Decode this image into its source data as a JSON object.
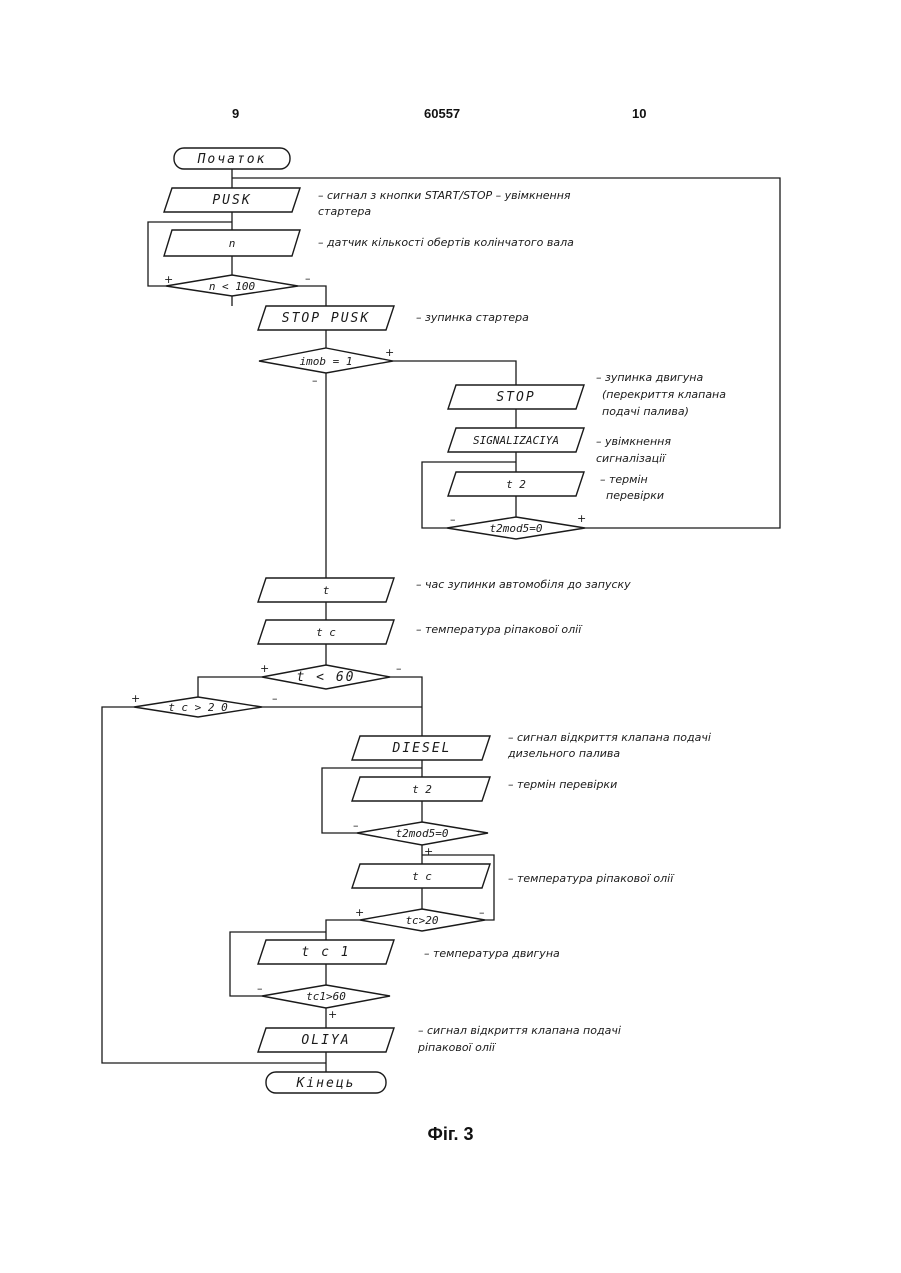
{
  "header": {
    "left": "9",
    "center": "60557",
    "right": "10"
  },
  "caption": "Фіг. 3",
  "terminals": {
    "start": "Початок",
    "end": "Кінець"
  },
  "blocks": {
    "pusk": "PUSK",
    "n": "n",
    "stop_pusk": "STOP PUSK",
    "stop": "STOP",
    "signalizaciya": "SIGNALIZACIYA",
    "t2_a": "t 2",
    "t": "t",
    "tc_a": "t c",
    "diesel": "DIESEL",
    "t2_b": "t 2",
    "tc_b": "t c",
    "tc1": "t c 1",
    "oliya": "OLIYA"
  },
  "decisions": {
    "n100": "n < 100",
    "imob": "imob = 1",
    "t2mod5_a": "t2mod5=0",
    "t60": "t < 60",
    "tc20_a": "t c > 2 0",
    "t2mod5_b": "t2mod5=0",
    "tc20_b": "tc>20",
    "tc160": "tc1>60"
  },
  "notes": {
    "pusk_1": "– сигнал з кнопки START/STOP – увімкнення",
    "pusk_2": "стартера",
    "n": "– датчик кількості обертів колінчатого вала",
    "stop_pusk": "– зупинка стартера",
    "stop_1": "– зупинка двигуна",
    "stop_2": "(перекриття клапана",
    "stop_3": "подачі палива)",
    "sig_1": "– увімкнення",
    "sig_2": "сигналізації",
    "t2_1": "– термін",
    "t2_2": "перевірки",
    "t": "– час зупинки автомобіля до запуску",
    "tc": "– температура ріпакової олії",
    "diesel_1": "– сигнал відкриття клапана подачі",
    "diesel_2": "дизельного палива",
    "t2b": "– термін перевірки",
    "tcb": "– температура ріпакової олії",
    "tc1": "– температура двигуна",
    "oliya_1": "– сигнал відкриття клапана подачі",
    "oliya_2": "ріпакової олії"
  },
  "signs": {
    "plus": "+",
    "minus": "–"
  }
}
